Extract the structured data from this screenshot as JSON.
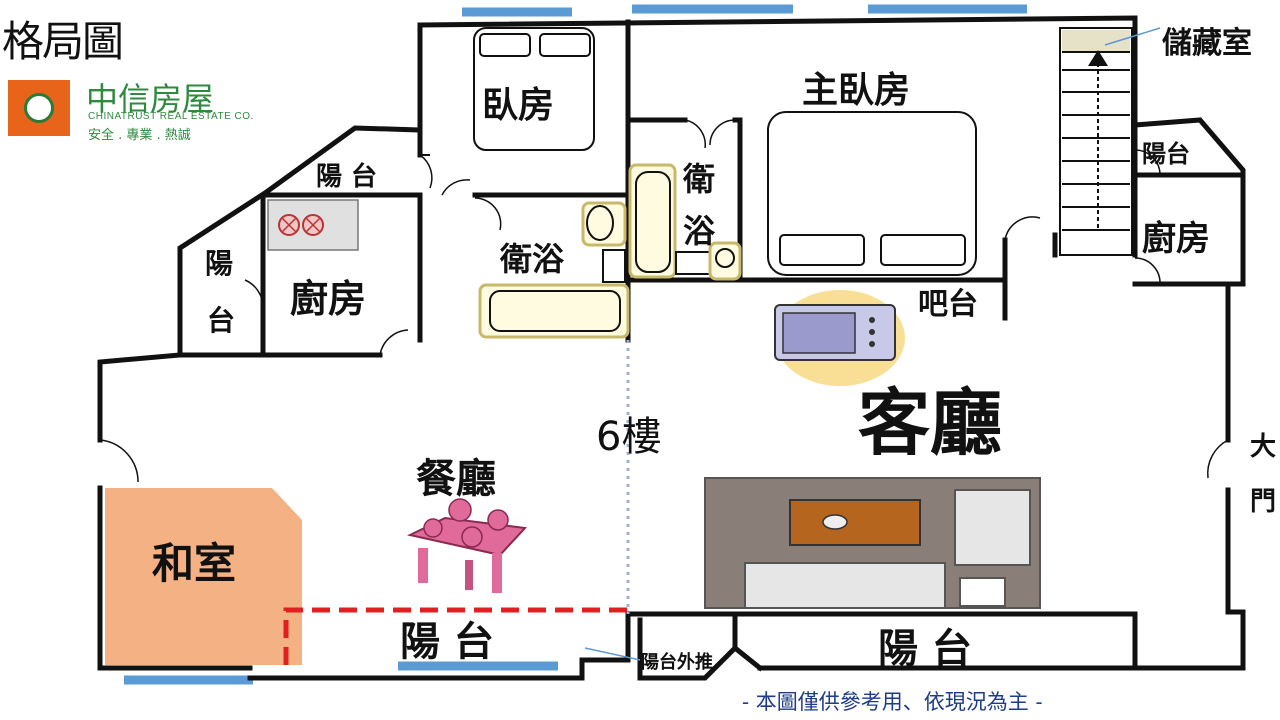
{
  "title": "格局圖",
  "logo": {
    "name_cn": "中信房屋",
    "name_en": "CHINATRUST REAL ESTATE CO.",
    "slogan": "安全 . 專業 . 熱誠"
  },
  "floor_label": "6樓",
  "rooms": {
    "bedroom": "臥房",
    "master_bedroom": "主臥房",
    "storage": "儲藏室",
    "balcony_top": "陽 台",
    "balcony_left_1": "陽",
    "balcony_left_2": "台",
    "kitchen_left": "廚房",
    "bath_left": "衛浴",
    "bath_right_1": "衛",
    "bath_right_2": "浴",
    "balcony_right_small": "陽台",
    "kitchen_right": "廚房",
    "bar": "吧台",
    "living_room": "客廳",
    "dining_room": "餐廳",
    "japanese_room": "和室",
    "balcony_bottom_left": "陽 台",
    "balcony_extension": "陽台外推",
    "balcony_bottom_right": "陽 台",
    "main_door_1": "大",
    "main_door_2": "門"
  },
  "colors": {
    "wall": "#111111",
    "window": "#5b9bd5",
    "japanese_room_fill": "#f4b183",
    "extension_dash": "#e02020",
    "logo_green": "#2d8a3e",
    "logo_orange": "#e8641b",
    "footnote": "#1f3c8a"
  },
  "footnote": "- 本圖僅供參考用、依現況為主 -"
}
